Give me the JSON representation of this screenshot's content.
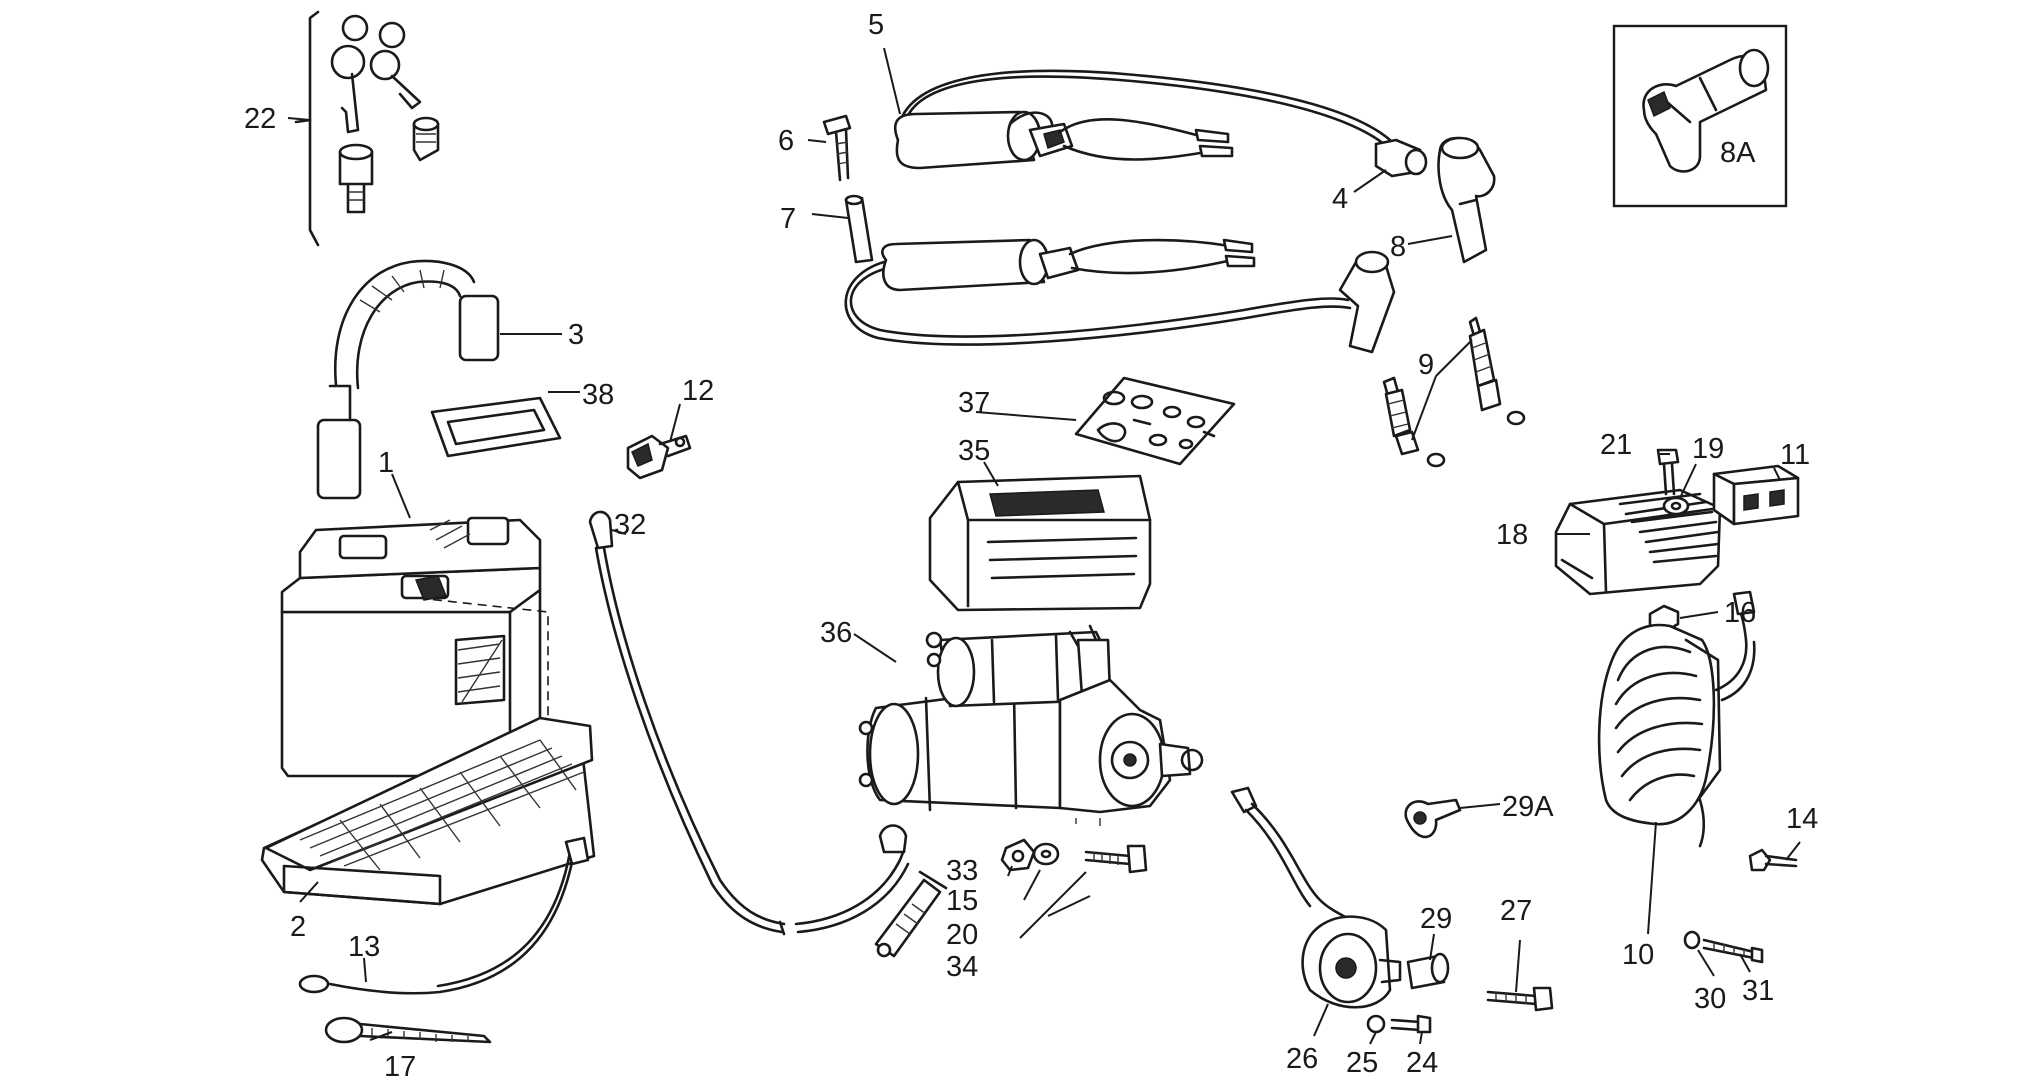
{
  "callouts": {
    "c1": "1",
    "c2": "2",
    "c3": "3",
    "c4": "4",
    "c5": "5",
    "c6": "6",
    "c7": "7",
    "c8": "8",
    "c8a": "8A",
    "c9": "9",
    "c10": "10",
    "c11": "11",
    "c12": "12",
    "c13": "13",
    "c14": "14",
    "c15": "15",
    "c16": "16",
    "c17": "17",
    "c18": "18",
    "c19": "19",
    "c20": "20",
    "c21": "21",
    "c22": "22",
    "c24": "24",
    "c25": "25",
    "c26": "26",
    "c27": "27",
    "c29": "29",
    "c29a": "29A",
    "c30": "30",
    "c31": "31",
    "c32": "32",
    "c33": "33",
    "c34": "34",
    "c35": "35",
    "c36": "36",
    "c37": "37",
    "c38": "38"
  }
}
